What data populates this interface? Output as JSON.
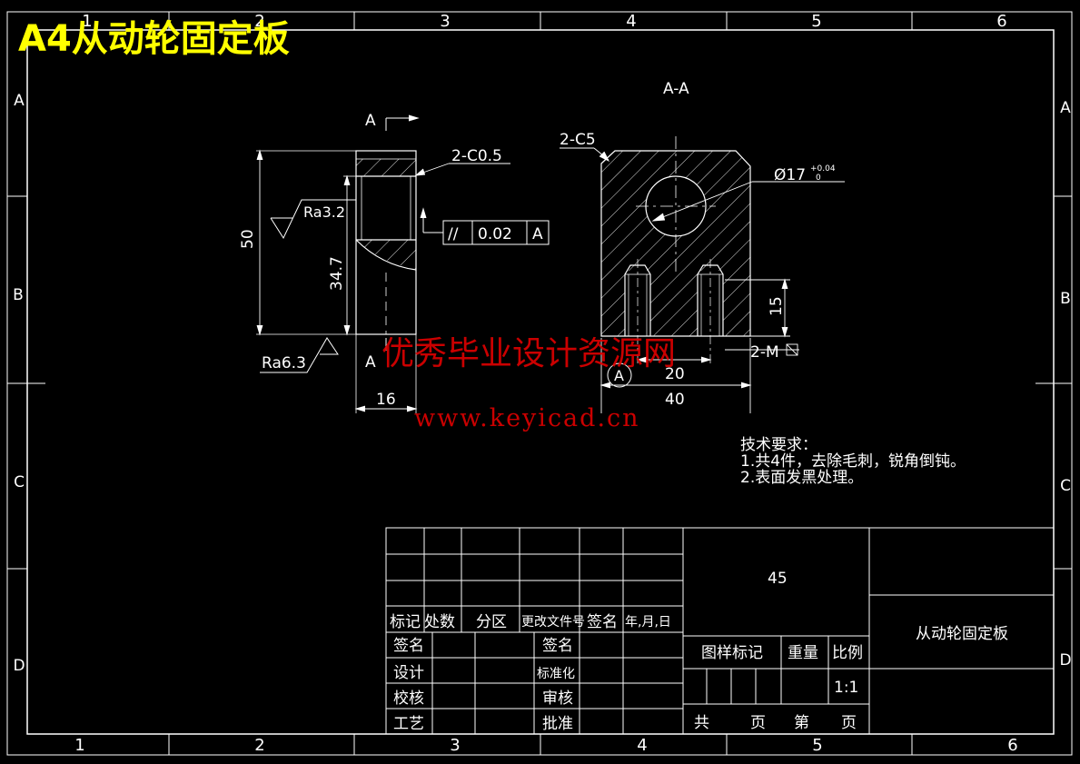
{
  "title": "A4从动轮固定板",
  "watermark": {
    "line1": "优秀毕业设计资源网",
    "line2": "www.keyicad.cn"
  },
  "colors": {
    "background": "#000000",
    "lines": "#ffffff",
    "title": "#ffff00",
    "watermark": "#e00000"
  },
  "grid": {
    "columns_top": [
      "1",
      "2",
      "3",
      "4",
      "5",
      "6"
    ],
    "columns_bottom": [
      "1",
      "2",
      "3",
      "4",
      "5",
      "6"
    ],
    "rows_left": [
      "A",
      "B",
      "C",
      "D"
    ],
    "rows_right": [
      "A",
      "B",
      "C",
      "D"
    ]
  },
  "drawing": {
    "section_arrow_top": "A",
    "section_arrow_bottom": "A",
    "section_title": "A-A",
    "chamfer_left": "2-C0.5",
    "chamfer_right": "2-C5",
    "roughness_1": "Ra3.2",
    "roughness_2": "Ra6.3",
    "dim_height": "50",
    "dim_hole_height": "34.7",
    "dim_width_left": "16",
    "tolerance": {
      "symbol": "//",
      "value": "0.02",
      "datum": "A"
    },
    "hole_dia": "Ø17",
    "hole_tol_upper": "+0.04",
    "hole_tol_lower": "0",
    "dim_tap_depth": "15",
    "thread": "2-M",
    "dim_20": "20",
    "dim_40": "40",
    "datum_circle": "A"
  },
  "notes": {
    "heading": "技术要求：",
    "line1": "1.共4件，去除毛刺，锐角倒钝。",
    "line2": "2.表面发黑处理。"
  },
  "title_block": {
    "material": "45",
    "part_name": "从动轮固定板",
    "header": {
      "c1": "标记",
      "c2": "处数",
      "c3": "分区",
      "c4": "更改文件号",
      "c5": "签名",
      "c6": "年,月,日"
    },
    "sign_left": "签名",
    "sign_right": "签名",
    "design": "设计",
    "standard": "标准化",
    "check": "校核",
    "review": "审核",
    "process": "工艺",
    "approve": "批准",
    "drawing_mark": "图样标记",
    "weight": "重量",
    "scale_label": "比例",
    "scale_value": "1:1",
    "total": "共",
    "page": "页",
    "num": "第",
    "page2": "页"
  }
}
